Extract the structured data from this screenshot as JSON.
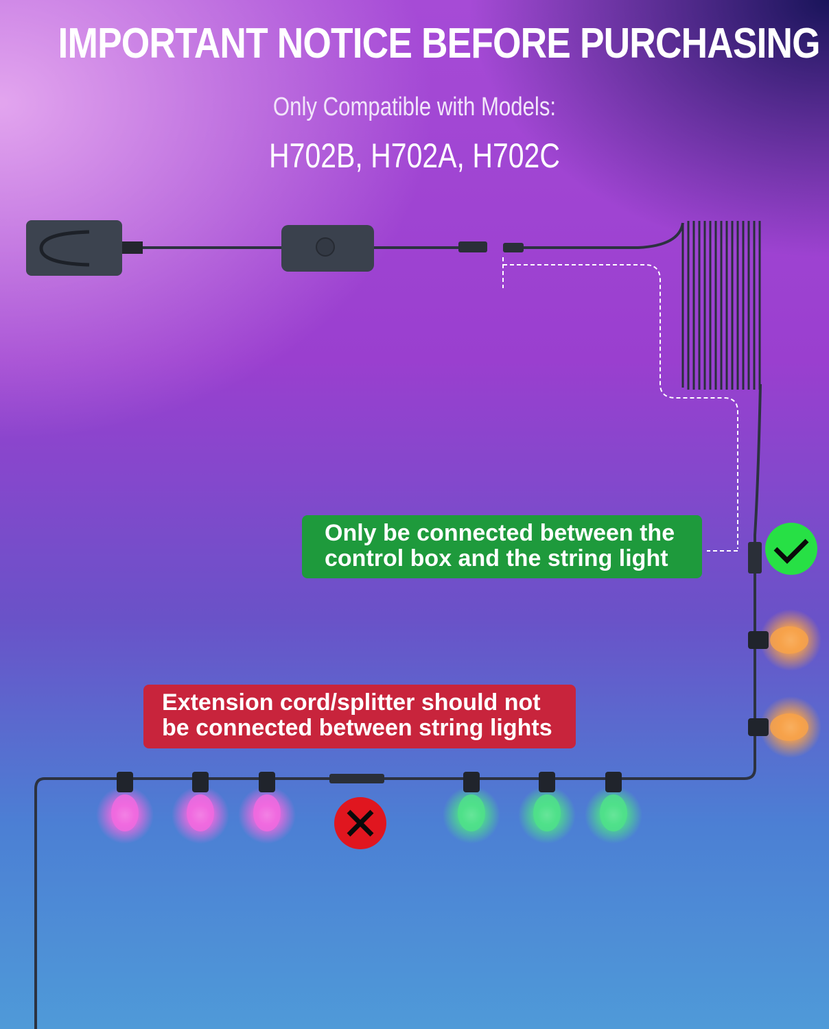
{
  "header": {
    "title": "IMPORTANT NOTICE BEFORE PURCHASING",
    "subtitle": "Only Compatible with Models:",
    "models": "H702B, H702A, H702C"
  },
  "notes": {
    "correct": {
      "line1": "Only be connected between the",
      "line2": "control box and the string light",
      "icon": "check-icon",
      "color": "#1e9a3c"
    },
    "incorrect": {
      "line1": "Extension cord/splitter should not",
      "line2": "be connected between string lights",
      "icon": "cross-icon",
      "color": "#c8243c"
    }
  },
  "bulb_colors": {
    "orange": "#f7a24a",
    "pink": "#f06adf",
    "green": "#4fe08a"
  }
}
